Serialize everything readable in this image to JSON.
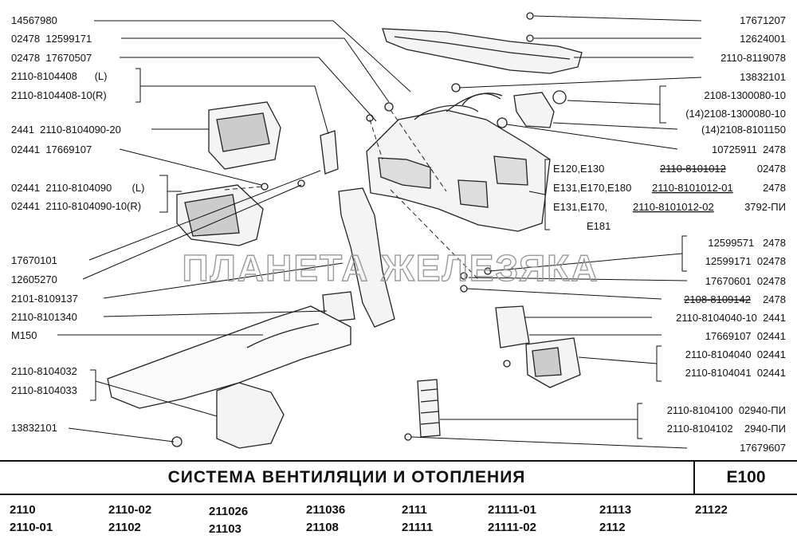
{
  "labels_left": [
    "14567980",
    "02478  12599171",
    "02478  17670507",
    "2110-8104408      (L)",
    "2110-8104408-10(R)",
    "2441  2110-8104090-20",
    "02441  17669107",
    "02441  2110-8104090       (L)",
    "02441  2110-8104090-10(R)",
    "17670101",
    "12605270",
    "2101-8109137",
    "2110-8101340",
    "M150",
    "2110-8104032",
    "2110-8104033",
    "13832101"
  ],
  "labels_right": [
    "17671207",
    "12624001",
    "2110-8119078",
    "13832101",
    "2108-1300080-10",
    "(14)2108-1300080-10",
    "(14)2108-8101150",
    "10725911  2478",
    "12599571   2478",
    "12599171  02478",
    "17670601  02478",
    "2110-8104040-10  2441",
    "17669107  02441",
    "2110-8104040  02441",
    "2110-8104041  02441",
    "2110-8104100  02940-ПИ",
    "2110-8104102    2940-ПИ",
    "17679607"
  ],
  "heater_table": {
    "rows": [
      {
        "model": "E120,E130",
        "part": "2110-8101012",
        "code": "02478",
        "struck": true
      },
      {
        "model": "E131,E170,E180",
        "part": "2110-8101012-01",
        "code": "2478",
        "struck": false
      },
      {
        "model": "E131,E170,",
        "part": "2110-8101012-02",
        "code": "3792-ПИ",
        "struck": false
      },
      {
        "model": "E181",
        "part": "",
        "code": "",
        "struck": false
      }
    ]
  },
  "struck_item": {
    "part": "2108-8109142",
    "code": "2478"
  },
  "watermark": "ПЛАНЕТА ЖЕЛЕЗЯКА",
  "title": "СИСТЕМА  ВЕНТИЛЯЦИИ  И  ОТОПЛЕНИЯ",
  "sheet_code": "E100",
  "models": [
    "2110",
    "2110-02",
    "211026",
    "211036",
    "2111",
    "21111-01",
    "21113",
    "21122",
    "2110-01",
    "21102",
    "21103",
    "21108",
    "21111",
    "21111-02",
    "2112"
  ]
}
